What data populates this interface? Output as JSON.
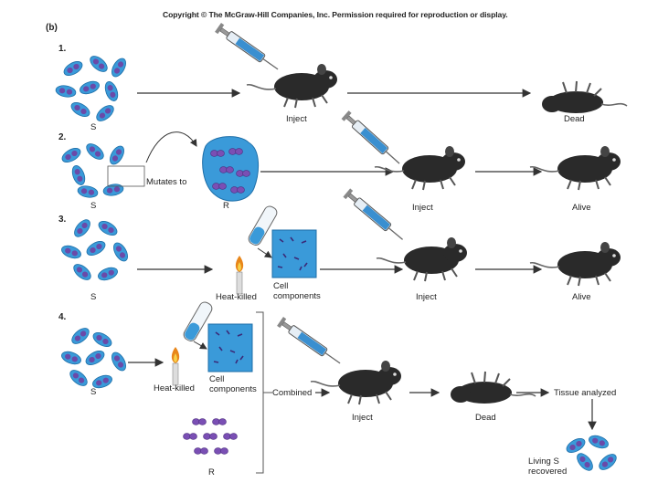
{
  "header": {
    "copyright": "Copyright © The McGraw-Hill Companies, Inc. Permission required for reproduction or display.",
    "panel_label": "(b)"
  },
  "steps": [
    {
      "number": "1.",
      "strain": "S",
      "action": "Inject",
      "result": "Dead"
    },
    {
      "number": "2.",
      "strain": "S",
      "mutation": "Mutates to",
      "mutant": "R",
      "action": "Inject",
      "result": "Alive"
    },
    {
      "number": "3.",
      "strain": "S",
      "treatment": "Heat-killed",
      "components": "Cell\ncomponents",
      "action": "Inject",
      "result": "Alive"
    },
    {
      "number": "4.",
      "strain": "S",
      "treatment": "Heat-killed",
      "components": "Cell\ncomponents",
      "combined": "Combined",
      "strain2": "R",
      "action": "Inject",
      "result": "Dead",
      "analysis": "Tissue analyzed",
      "recovered": "Living S\nrecovered"
    }
  ],
  "colors": {
    "capsule": "#3a9ad9",
    "capsule_light": "#7cc4ee",
    "cell_interior": "#6a4aa8",
    "r_cell": "#7a4fb4",
    "mouse": "#2a2a2a",
    "syringe_fluid": "#3a8fd0",
    "flame": "#e8861a"
  }
}
